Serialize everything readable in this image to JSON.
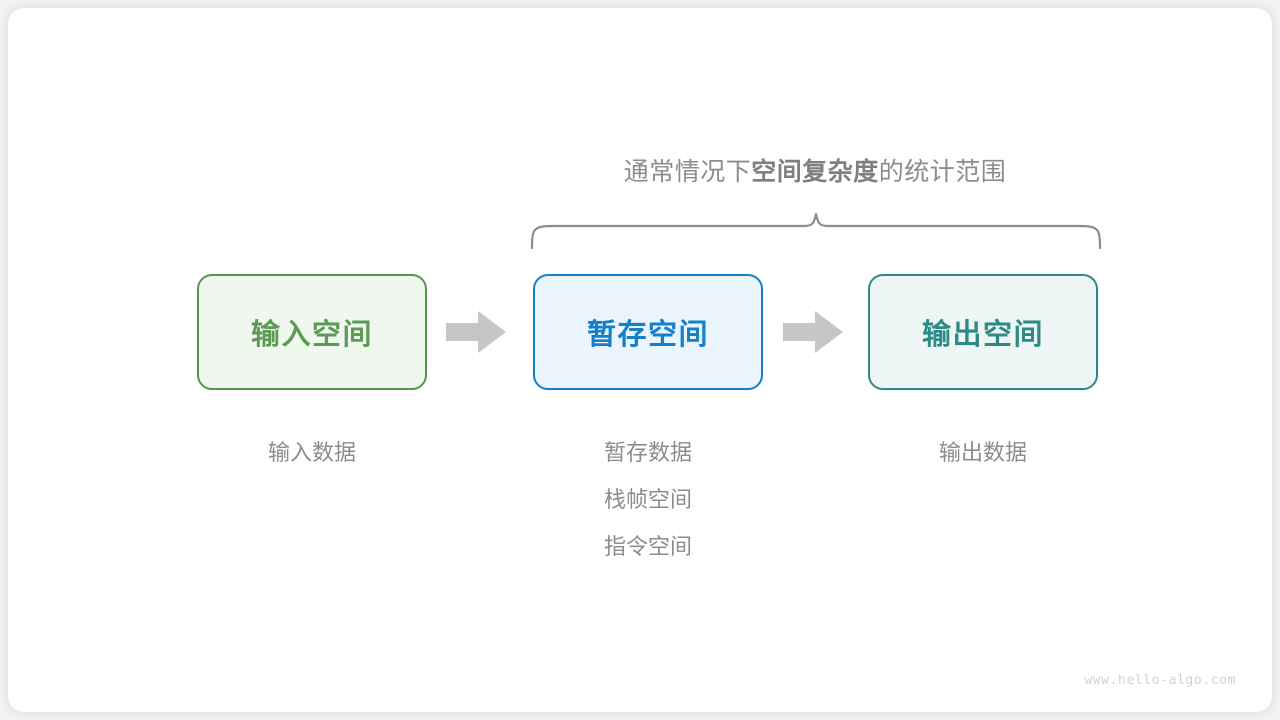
{
  "diagram": {
    "scope_caption": {
      "lead": "通常情况下",
      "strong": "空间复杂度",
      "tail": "的统计范围"
    },
    "brace": {
      "label": "scope-brace",
      "color": "#8c8c8c"
    },
    "boxes": [
      {
        "id": "input",
        "label": "输入空间",
        "border_color": "#58934f",
        "fill_color": "#f0f7ef",
        "text_color": "#5c9a55"
      },
      {
        "id": "temp",
        "label": "暂存空间",
        "border_color": "#1580c8",
        "fill_color": "#e9f4fd",
        "text_color": "#1580c8"
      },
      {
        "id": "output",
        "label": "输出空间",
        "border_color": "#2e8a84",
        "fill_color": "#eef6f5",
        "text_color": "#2e8a84"
      }
    ],
    "arrows": [
      {
        "id": "arrow-1",
        "color": "#c6c6c6"
      },
      {
        "id": "arrow-2",
        "color": "#c6c6c6"
      }
    ],
    "captions": {
      "input": [
        "输入数据"
      ],
      "temp": [
        "暂存数据",
        "栈帧空间",
        "指令空间"
      ],
      "output": [
        "输出数据"
      ]
    },
    "watermark": "www.hello-algo.com"
  }
}
